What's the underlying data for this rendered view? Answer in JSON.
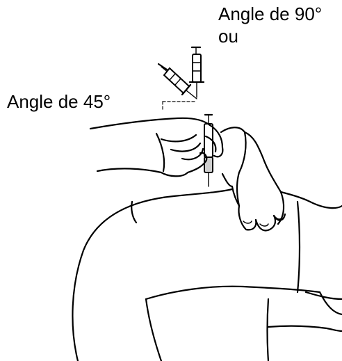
{
  "labels": {
    "angle_90": "Angle de 90°",
    "or_word": "ou",
    "angle_45": "Angle de 45°"
  },
  "colors": {
    "background": "#ffffff",
    "ink": "#000000"
  }
}
